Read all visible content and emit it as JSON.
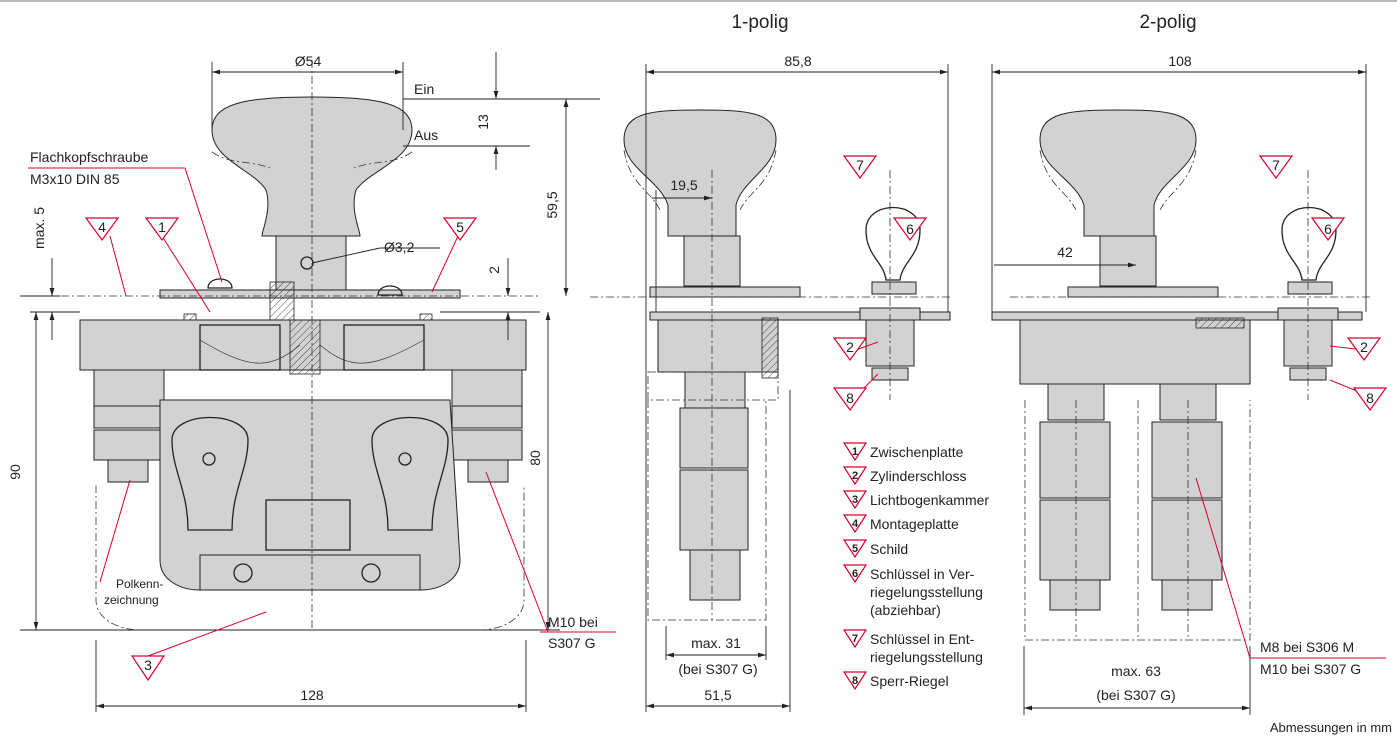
{
  "headings": {
    "one_pole": "1-polig",
    "two_pole": "2-polig"
  },
  "units_note": "Abmessungen in mm",
  "dims": {
    "d54": "Ø54",
    "ein": "Ein",
    "aus": "Aus",
    "d13": "13",
    "d59_5": "59,5",
    "d3_2": "Ø3,2",
    "max5": "max. 5",
    "d2": "2",
    "d90": "90",
    "d80": "80",
    "d128": "128",
    "d85_8": "85,8",
    "d19_5": "19,5",
    "max31": "max. 31",
    "bei_s307_a": "(bei S307 G)",
    "d51_5": "51,5",
    "d108": "108",
    "d42": "42",
    "max63": "max. 63",
    "bei_s307_b": "(bei S307 G)"
  },
  "callouts": {
    "screw_l1": "Flachkopfschraube",
    "screw_l2": "M3x10 DIN 85",
    "polkenn_l1": "Polkenn-",
    "polkenn_l2": "zeichnung",
    "m10_l1": "M10 bei",
    "m10_l2": "S307 G",
    "m8": "M8 bei S306 M",
    "m10b": "M10 bei S307 G"
  },
  "legend": [
    {
      "num": "1",
      "lines": [
        "Zwischenplatte"
      ]
    },
    {
      "num": "2",
      "lines": [
        "Zylinderschloss"
      ]
    },
    {
      "num": "3",
      "lines": [
        "Lichtbogenkammer"
      ]
    },
    {
      "num": "4",
      "lines": [
        "Montageplatte"
      ]
    },
    {
      "num": "5",
      "lines": [
        "Schild"
      ]
    },
    {
      "num": "6",
      "lines": [
        "Schlüssel in Ver-",
        "riegelungsstellung",
        "(abziehbar)"
      ]
    },
    {
      "num": "7",
      "lines": [
        "Schlüssel in Ent-",
        "riegelungsstellung"
      ]
    },
    {
      "num": "8",
      "lines": [
        "Sperr-Riegel"
      ]
    }
  ],
  "markers": {
    "m1": "1",
    "m2a": "2",
    "m2b": "2",
    "m3": "3",
    "m4": "4",
    "m5": "5",
    "m6a": "6",
    "m6b": "6",
    "m7a": "7",
    "m7b": "7",
    "m8a": "8",
    "m8b": "8"
  },
  "colors": {
    "accent": "#d9002b",
    "line": "#222222",
    "part_fill": "#d2d2d2"
  }
}
